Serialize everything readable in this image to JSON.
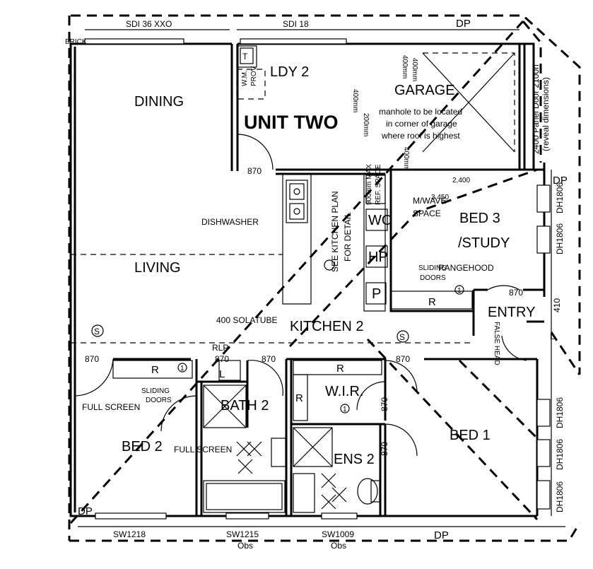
{
  "title": "UNIT TWO",
  "rooms": {
    "dining": "DINING",
    "living": "LIVING",
    "laundry": "LDY 2",
    "garage": "GARAGE",
    "kitchen": "KITCHEN 2",
    "bed3_line1": "BED 3",
    "bed3_line2": "/STUDY",
    "entry": "ENTRY",
    "bath": "BATH 2",
    "wir": "W.I.R.",
    "ens": "ENS 2",
    "bed2": "BED 2",
    "bed1": "BED 1"
  },
  "notes": {
    "manhole_1": "manhole to be located",
    "manhole_2": "in corner of garage",
    "manhole_3": "where roof is highest",
    "dishwasher": "DISHWASHER",
    "kitchen_plan_1": "SEE KITCHEN PLAN",
    "kitchen_plan_2": "FOR DETAIL",
    "mwave_1": "M/WAVE",
    "mwave_2": "SPACE",
    "rangehood": "RANGEHOOD",
    "sliding_doors": "SLIDING",
    "sliding_doors_2": "DOORS",
    "sliding_doors_bed2": "SLIDING",
    "sliding_doors_bed2_2": "DOORS",
    "full_screen_1": "FULL SCREEN",
    "full_screen_2": "FULL SCREEN",
    "solatube": "400 SOLATUBE",
    "rlp": "RLP",
    "brick": "BRICK",
    "panel_door_1": "2400 Panel Door 2100h",
    "panel_door_2": "(reveal dimensions)",
    "false_head": "FALSE HEAD",
    "wm_prov_1": "W.M.",
    "wm_prov_2": "PROV",
    "ref_space_1": "900mm MAX",
    "ref_space_2": "REF. SPACE"
  },
  "fixtures": {
    "wo": "WO",
    "hp": "HP",
    "p": "P",
    "r_bed3": "R",
    "r_bed2": "R",
    "r_wir_top": "R",
    "r_wir_left": "R",
    "l_bath": "L",
    "t_laundry": "T",
    "s_living": "S",
    "s_kitchen": "S",
    "one_bed3": "1",
    "one_bed2": "1",
    "one_wir": "1"
  },
  "dimensions": {
    "d870_laundry": "870",
    "d870_bed3": "870",
    "d870_bed2": "870",
    "d870_bath": "870",
    "d870_wir_left": "870",
    "d870_bed1": "870",
    "d870_wir_side": "870",
    "d870_ens": "870",
    "d2400": "2,400",
    "d3450": "3,450",
    "d400_a": "400mm",
    "d400_b": "400mm",
    "d200": "200mm",
    "d400_c": "400mm",
    "d400_d": "400mm",
    "d410": "410",
    "l_mark": "L"
  },
  "windows": {
    "sdi_36": "SDI 36 XXO",
    "sdi_18": "SDI 18",
    "dp_top": "DP",
    "dp_right": "DP",
    "dp_bottom_left": "DP",
    "dp_bottom": "DP",
    "sw1218": "SW1218",
    "sw1215": "SW1215",
    "obs_1": "Obs",
    "sw1009": "SW1009",
    "obs_2": "Obs",
    "dh_1": "DH1806",
    "dh_2": "DH1806",
    "dh_3": "DH1806",
    "dh_4": "DH1806",
    "dh_5": "DH1806"
  }
}
